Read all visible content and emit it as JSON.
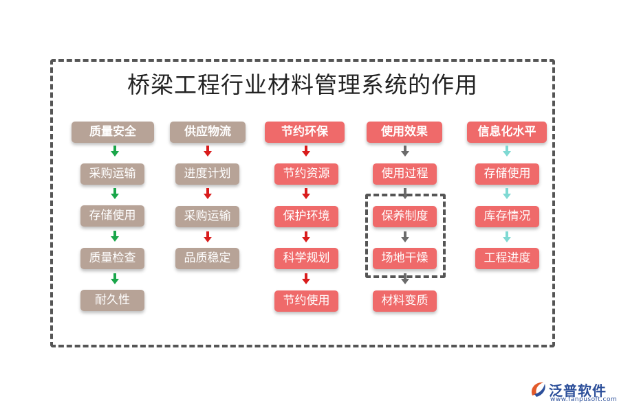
{
  "title": "桥梁工程行业材料管理系统的作用",
  "columns": [
    {
      "header": "质量安全",
      "items": [
        "采购运输",
        "存储使用",
        "质量检查",
        "耐久性"
      ],
      "box_color": "#b7a397",
      "arrow_color": "#1aa64a"
    },
    {
      "header": "供应物流",
      "items": [
        "进度计划",
        "采购运输",
        "品质稳定"
      ],
      "box_color": "#b7a397",
      "arrow_color": "#d91c1c"
    },
    {
      "header": "节约环保",
      "items": [
        "节约资源",
        "保护环境",
        "科学规划",
        "节约使用"
      ],
      "box_color": "#ef6a6a",
      "arrow_color": "#d91c1c"
    },
    {
      "header": "使用效果",
      "items": [
        "使用过程",
        "保养制度",
        "场地干燥",
        "材料变质"
      ],
      "box_color": "#ef6a6a",
      "arrow_color": "#6b6b6b"
    },
    {
      "header": "信息化水平",
      "items": [
        "存储使用",
        "库存情况",
        "工程进度"
      ],
      "box_color": "#ef6a6a",
      "arrow_color": "#7fd9d3"
    }
  ],
  "logo": {
    "name": "泛普软件",
    "url": "www.fanpusoft.com",
    "icon": "fanpu-logo-icon",
    "color": "#2c4f9a"
  }
}
